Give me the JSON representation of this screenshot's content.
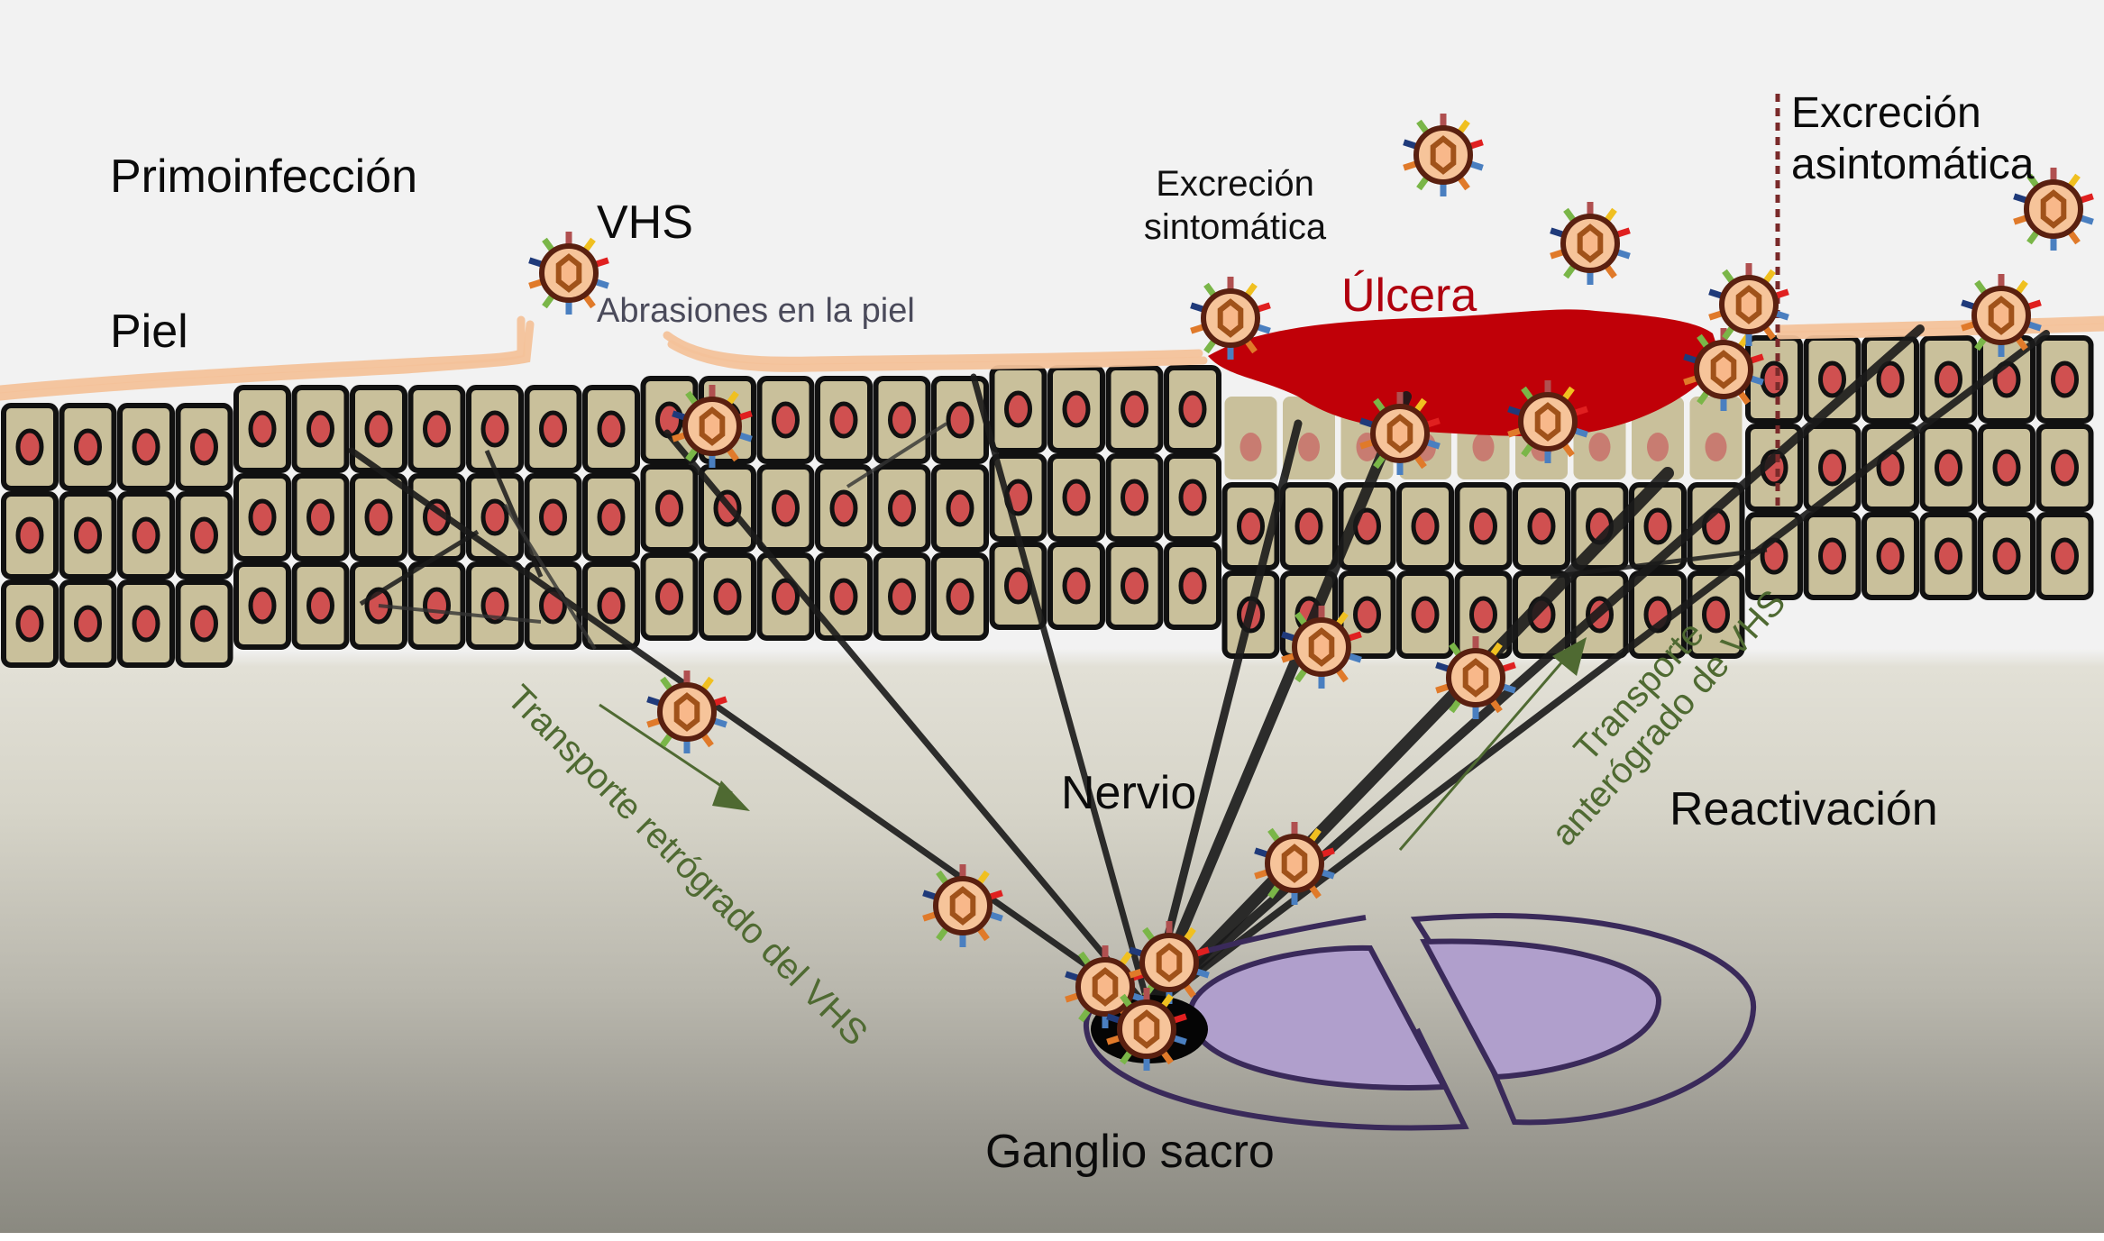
{
  "labels": {
    "primary_infection": "Primoinfección",
    "virus": "VHS",
    "skin_abrasions": "Abrasiones en la piel",
    "skin": "Piel",
    "symptomatic_shedding": [
      "Excreción",
      "sintomática"
    ],
    "ulcer": "Úlcera",
    "asymptomatic_shedding": [
      "Excreción",
      "asintomática"
    ],
    "nerve": "Nervio",
    "reactivation": "Reactivación",
    "ganglion": "Ganglio sacro",
    "retrograde_transport": "Transporte retrógrado del VHS",
    "anterograde_transport": [
      "Transporte",
      "anterógrado de VHS"
    ]
  },
  "colors": {
    "cell_fill": "#c9c09b",
    "cell_border": "#111111",
    "nucleus": "#d05050",
    "stratum_corneum": "#f3c29a",
    "ulcer": "#c00008",
    "ulcer_text": "#b0000e",
    "nerve": "#1a1a1a",
    "ganglion_nucleus": "#b09fcc",
    "ganglion_outline": "#3a2a5a",
    "arrow_green": "#4f6a32",
    "dashed_line": "#7a2a2a",
    "virion_capsid": "#f6c49a",
    "virion_envelope": "#5a2010",
    "virion_core": "#a0521a",
    "spikes": [
      "#b05050",
      "#f0c020",
      "#e02020",
      "#4a7fc0",
      "#e07a2a",
      "#4a7fc0",
      "#7ab648",
      "#e07a2a",
      "#1f3a7a",
      "#7ab648"
    ]
  },
  "virions": [
    {
      "region": "entering-skin"
    },
    {
      "region": "abrasion-cell"
    },
    {
      "region": "retrograde-nerve-1"
    },
    {
      "region": "retrograde-nerve-2"
    },
    {
      "region": "ganglion-1"
    },
    {
      "region": "ganglion-2"
    },
    {
      "region": "ganglion-3"
    },
    {
      "region": "anterograde-nerve-1"
    },
    {
      "region": "anterograde-nerve-2"
    },
    {
      "region": "anterograde-nerve-3"
    },
    {
      "region": "ulcer-edge-left"
    },
    {
      "region": "ulcer-base-1"
    },
    {
      "region": "ulcer-base-2"
    },
    {
      "region": "ulcer-edge-right-1"
    },
    {
      "region": "ulcer-edge-right-2"
    },
    {
      "region": "released-1"
    },
    {
      "region": "released-2"
    },
    {
      "region": "asymptomatic-surface"
    },
    {
      "region": "asymptomatic-released"
    }
  ]
}
